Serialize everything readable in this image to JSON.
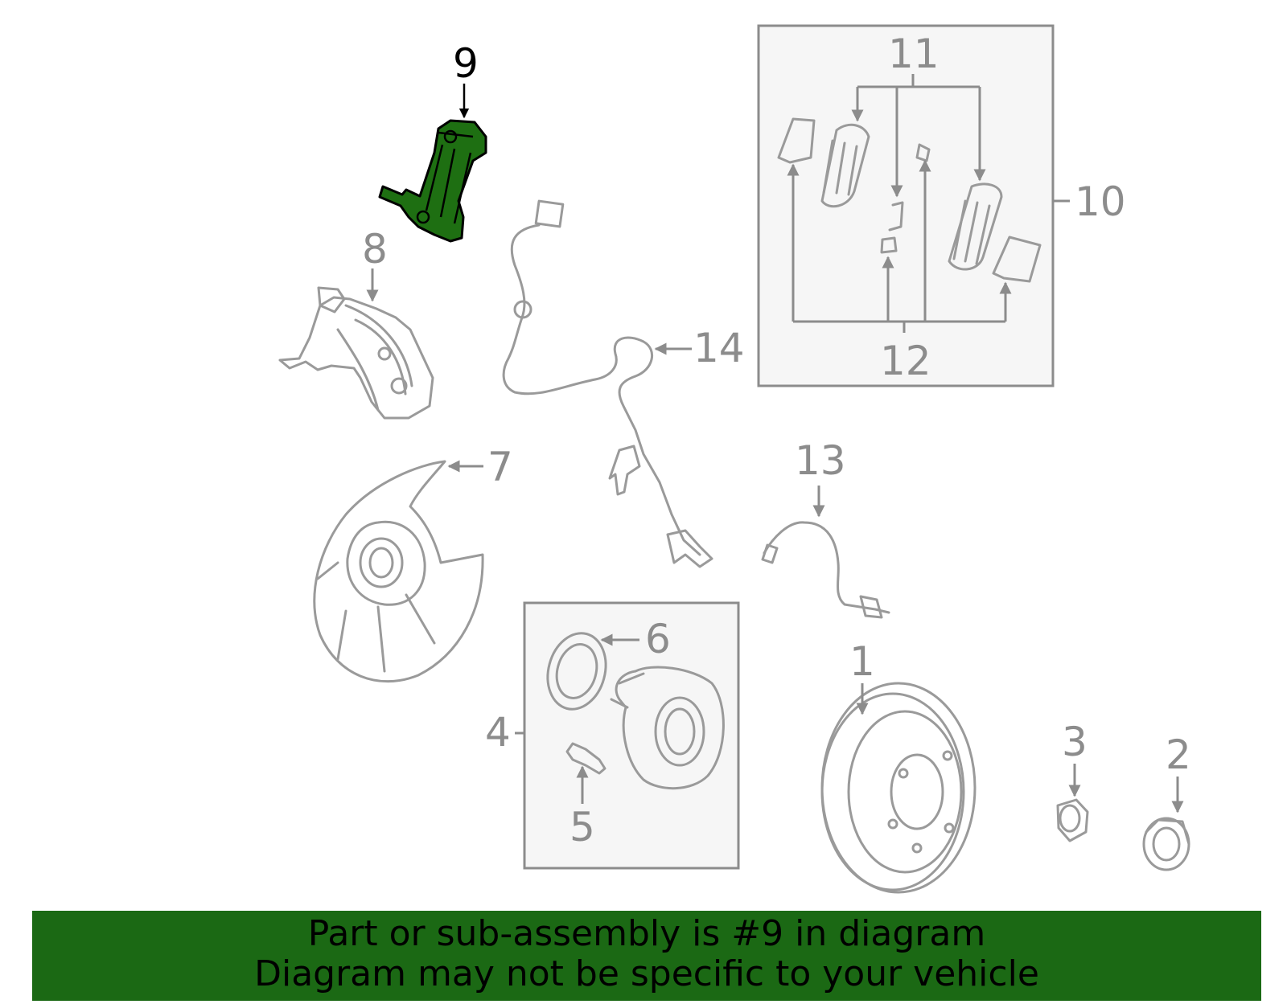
{
  "callouts": {
    "c1": "1",
    "c2": "2",
    "c3": "3",
    "c4": "4",
    "c5": "5",
    "c6": "6",
    "c7": "7",
    "c8": "8",
    "c9": "9",
    "c10": "10",
    "c11": "11",
    "c12": "12",
    "c13": "13",
    "c14": "14"
  },
  "highlighted_part": "9",
  "colors": {
    "highlight": "#1e6f12",
    "banner": "#1b6914",
    "parts": "#9a9a9a"
  },
  "banner": {
    "line1": "Part or sub-assembly is #9 in diagram",
    "line2": "Diagram may not be specific to your vehicle"
  }
}
